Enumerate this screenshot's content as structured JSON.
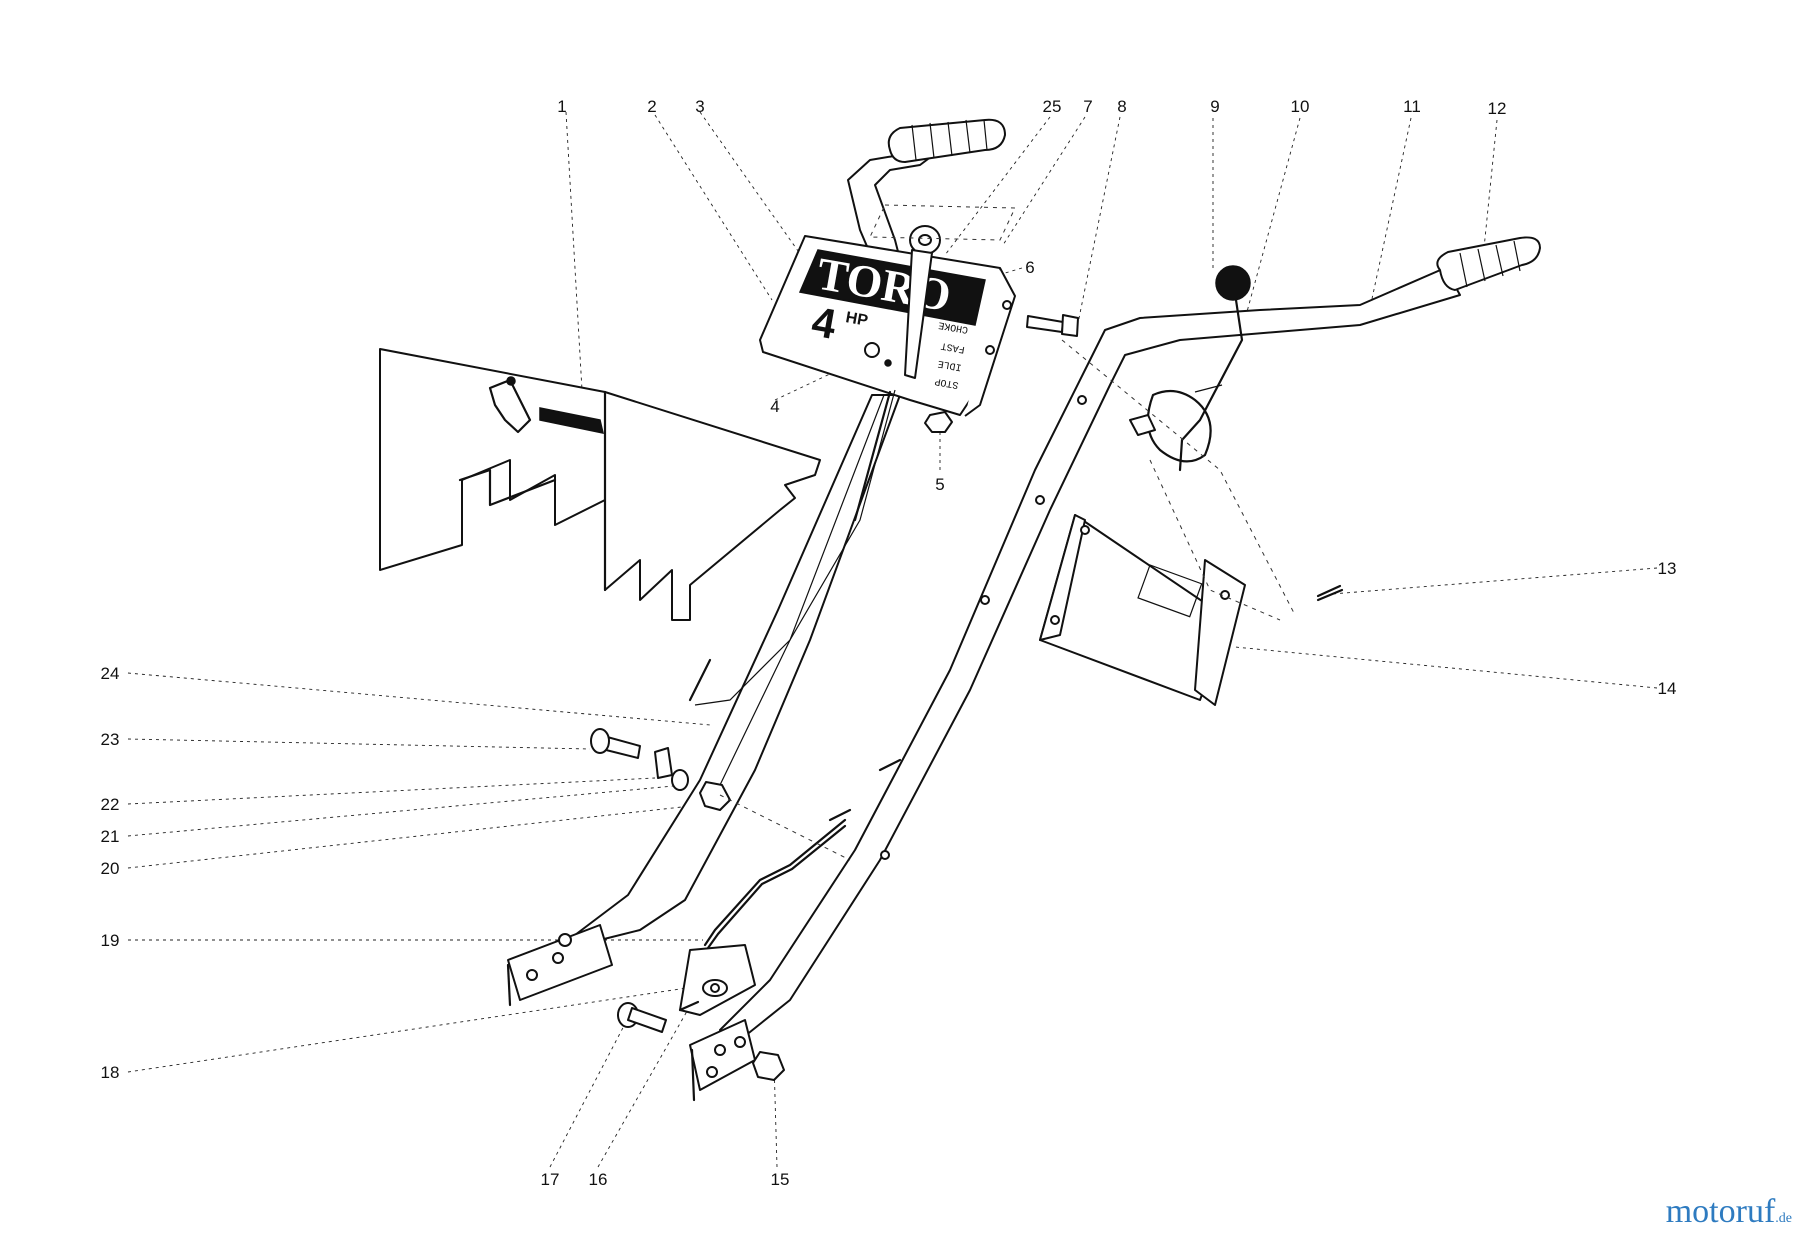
{
  "diagram": {
    "part_numbers": [
      "1",
      "2",
      "3",
      "4",
      "5",
      "6",
      "7",
      "8",
      "9",
      "10",
      "11",
      "12",
      "13",
      "14",
      "15",
      "16",
      "17",
      "18",
      "19",
      "20",
      "21",
      "22",
      "23",
      "24",
      "25"
    ],
    "plate_text": {
      "brand": "TORO",
      "power_main": "4",
      "power_unit": "HP",
      "speed_settings": [
        "STOP",
        "IDLE",
        "FAST",
        "CHOKE"
      ]
    }
  },
  "watermark": {
    "text": "motoruf",
    "domain": ".de"
  }
}
